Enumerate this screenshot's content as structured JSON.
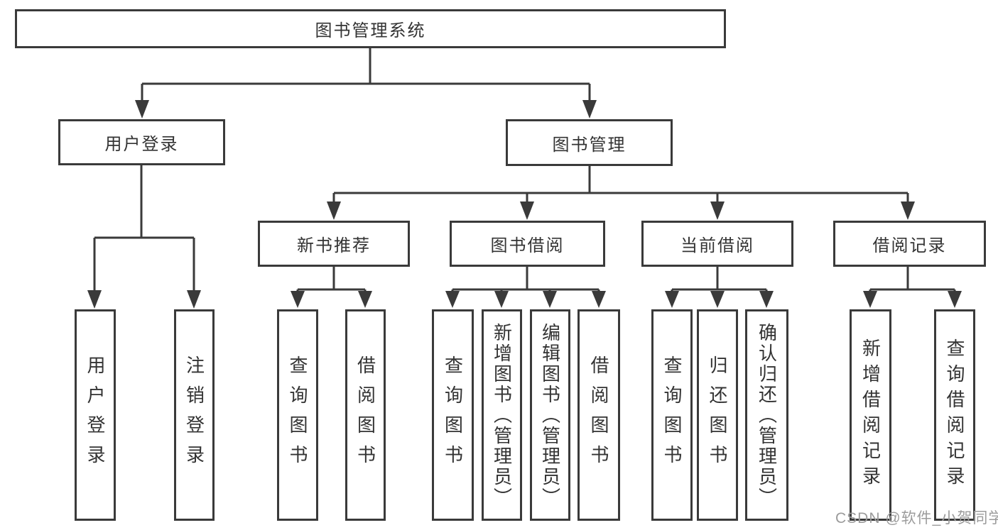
{
  "diagram_title": "图书管理系统",
  "nodes": {
    "root": "图书管理系统",
    "user_login": "用户登录",
    "book_management": "图书管理",
    "new_book_recommend": "新书推荐",
    "book_borrow": "图书借阅",
    "current_borrow": "当前借阅",
    "borrow_records": "借阅记录",
    "ul_user_login": "用户登录",
    "ul_logout": "注销登录",
    "nb_query_book": "查询图书",
    "nb_borrow_book": "借阅图书",
    "bb_query_book": "查询图书",
    "bb_add_book": "新增图书（管理员）",
    "bb_edit_book": "编辑图书（管理员）",
    "bb_borrow_book": "借阅图书",
    "cb_query_book": "查询图书",
    "cb_return_book": "归还图书",
    "cb_confirm_return": "确认归还（管理员）",
    "br_add_record": "新增借阅记录",
    "br_query_record": "查询借阅记录"
  },
  "watermark": "CSDN @软件_小贺同学",
  "colors": {
    "line": "#3a3a3a",
    "text": "#333333",
    "background": "#ffffff",
    "watermark": "#9b9b9b"
  }
}
